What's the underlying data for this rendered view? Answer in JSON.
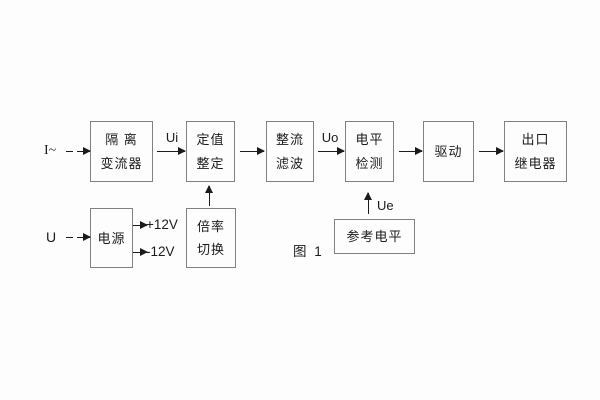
{
  "figure": {
    "caption": "图 1",
    "inputs": {
      "current": "I~",
      "voltage": "U"
    },
    "signals": {
      "ui": "Ui",
      "uo": "Uo",
      "ue": "Ue",
      "plus12v": "+12V",
      "minus12v": "-12V"
    },
    "blocks": {
      "isolation": {
        "line1": "隔 离",
        "line2": "变流器"
      },
      "setting": {
        "line1": "定值",
        "line2": "整定"
      },
      "rectifier_filter": {
        "line1": "整流",
        "line2": "滤波"
      },
      "level_detection": {
        "line1": "电平",
        "line2": "检测"
      },
      "drive": {
        "label": "驱动"
      },
      "output_relay": {
        "line1": "出口",
        "line2": "继电器"
      },
      "power_supply": {
        "label": "电源"
      },
      "ratio_switch": {
        "line1": "倍率",
        "line2": "切换"
      },
      "reference_level": {
        "label": "参考电平"
      }
    },
    "colors": {
      "background": "#fdfdfd",
      "box_border": "#818181",
      "text": "#1b1b1b",
      "arrow": "#1b1b1b"
    }
  }
}
